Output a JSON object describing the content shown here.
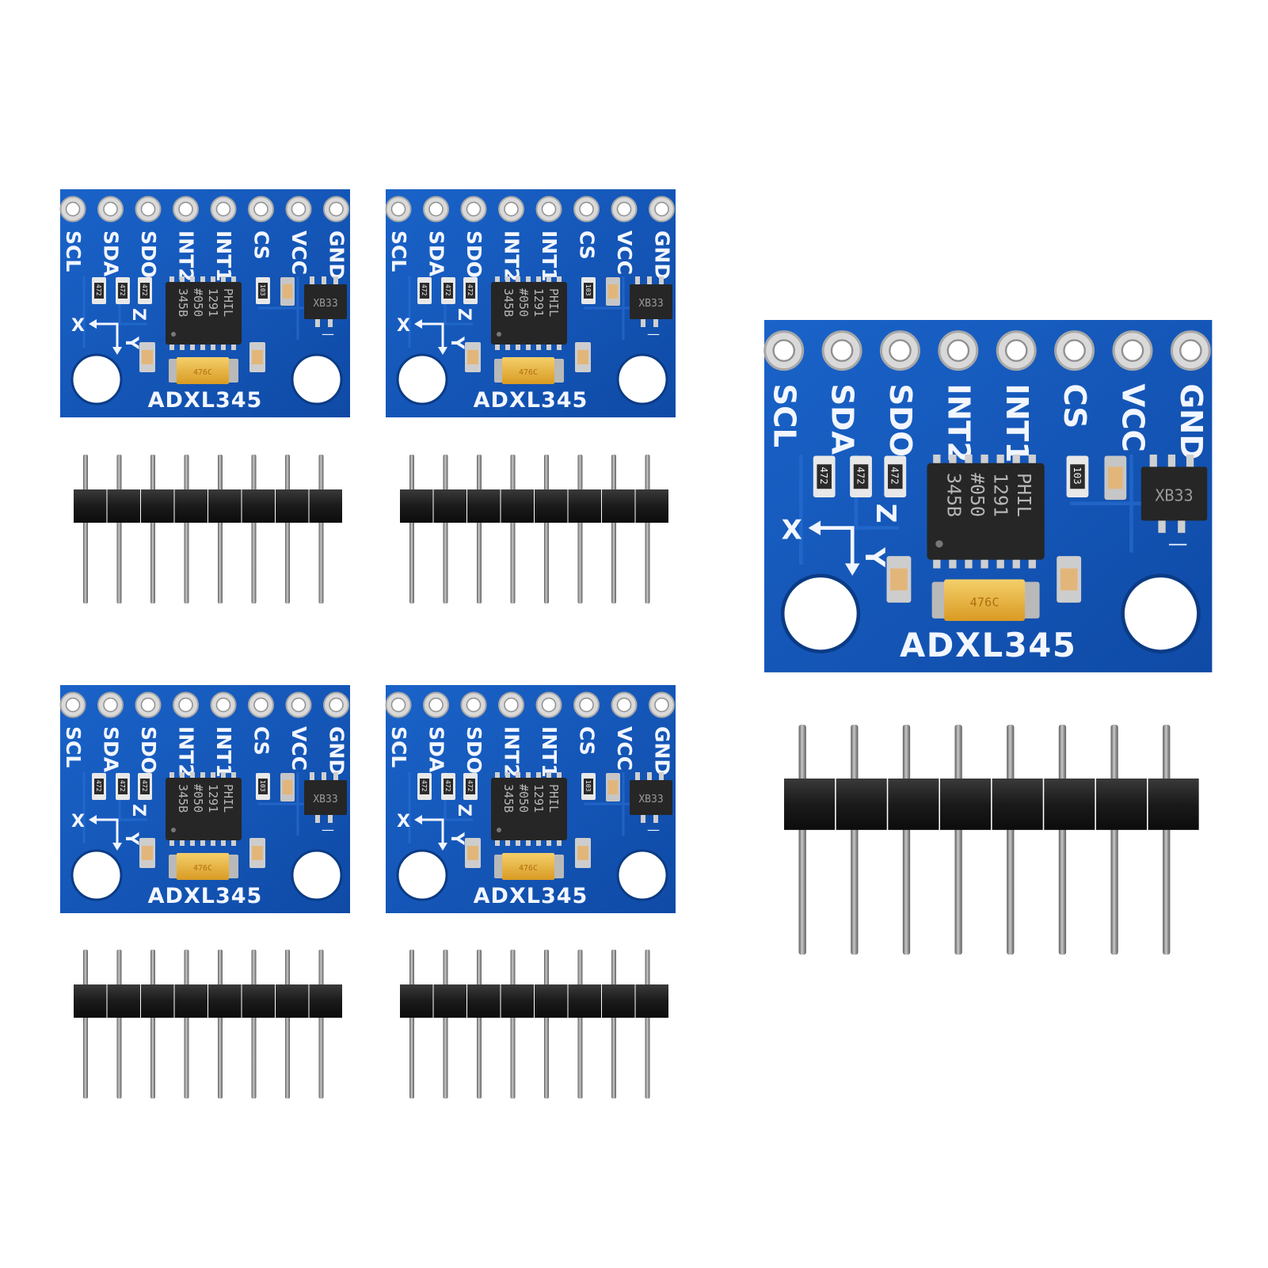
{
  "board": {
    "model": "ADXL345",
    "pins": [
      "SCL",
      "SDA",
      "SDO",
      "INT2",
      "INT1",
      "CS",
      "VCC",
      "GND"
    ],
    "axes": {
      "x": "X",
      "y": "Y",
      "z": "Z"
    },
    "chip_lines": [
      "345B",
      "#050",
      "1291",
      "PHIL"
    ],
    "resistors": [
      "472",
      "472",
      "472",
      "103"
    ],
    "regulator": "XB33",
    "regulator_mark": "—",
    "capacitor_mark": "476C"
  },
  "scene": {
    "board_count": 5,
    "header_pins_per_strip": 8,
    "colors": {
      "background": "#ffffff",
      "pcb": "#1456b8",
      "pcb_dark": "#0d3f8f",
      "silkscreen": "#f2f6ff",
      "pad": "#d9d9d9",
      "chip": "#262626",
      "tantalum": "#e9b83d",
      "header_plastic": "#1c1c1c",
      "header_pin": "#8a8a8a"
    }
  }
}
